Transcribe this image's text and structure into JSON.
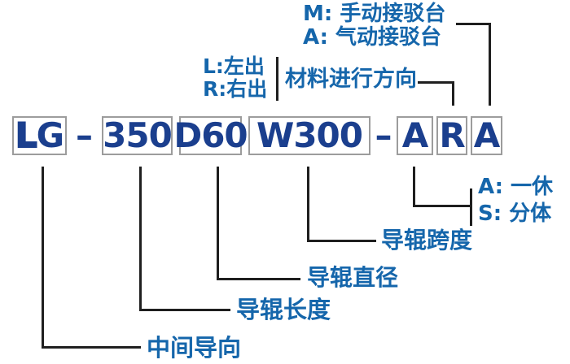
{
  "colors": {
    "label_blue": "#1566ab",
    "code_navy": "#1b3f8e",
    "line_dark": "#1f1f1f",
    "box_border": "#9c9c9c",
    "background": "#ffffff"
  },
  "model_code": {
    "prefix_bold": "L",
    "prefix_rest": "G",
    "dash1": "–",
    "seg_350": "350",
    "seg_d60": "D60",
    "seg_w300": "W300",
    "dash2": "–",
    "seg_a1": "A",
    "seg_r": "R",
    "seg_a2": "A"
  },
  "callouts": {
    "dock_type_m": "M: 手动接驳台",
    "dock_type_a": "A: 气动接驳台",
    "exit_left": "L:左出",
    "exit_right": "R:右出",
    "material_direction": "材料进行方向",
    "body_a": "A: 一休",
    "body_s": "S: 分体",
    "roller_span": "导辊跨度",
    "roller_diameter": "导辊直径",
    "roller_length": "导辊长度",
    "middle_guide": "中间导向"
  }
}
